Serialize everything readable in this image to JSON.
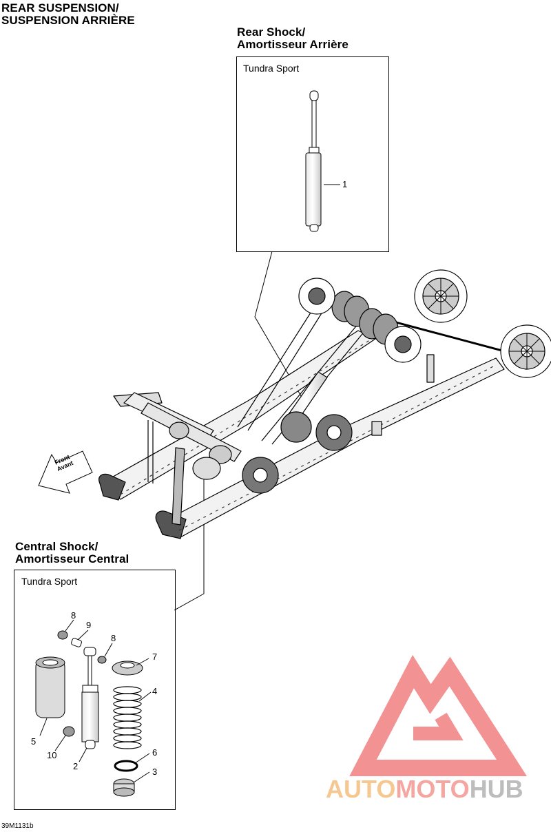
{
  "page_title": {
    "line1": "REAR SUSPENSION/",
    "line2": "SUSPENSION ARRIÈRE"
  },
  "rear_shock": {
    "title_line1": "Rear Shock/",
    "title_line2": "Amortisseur Arrière",
    "model": "Tundra Sport",
    "callouts": [
      "1"
    ]
  },
  "central_shock": {
    "title_line1": "Central Shock/",
    "title_line2": "Amortisseur Central",
    "model": "Tundra Sport",
    "callouts": [
      "8",
      "9",
      "8",
      "7",
      "4",
      "5",
      "10",
      "2",
      "6",
      "3"
    ]
  },
  "front_arrow": {
    "line1": "Front",
    "line2": "Avant"
  },
  "diagram_code": "39M1131b",
  "watermark": {
    "part1": "AUTO",
    "part2": "MOTO",
    "part3": "HUB",
    "logo_color": "#f08080"
  }
}
